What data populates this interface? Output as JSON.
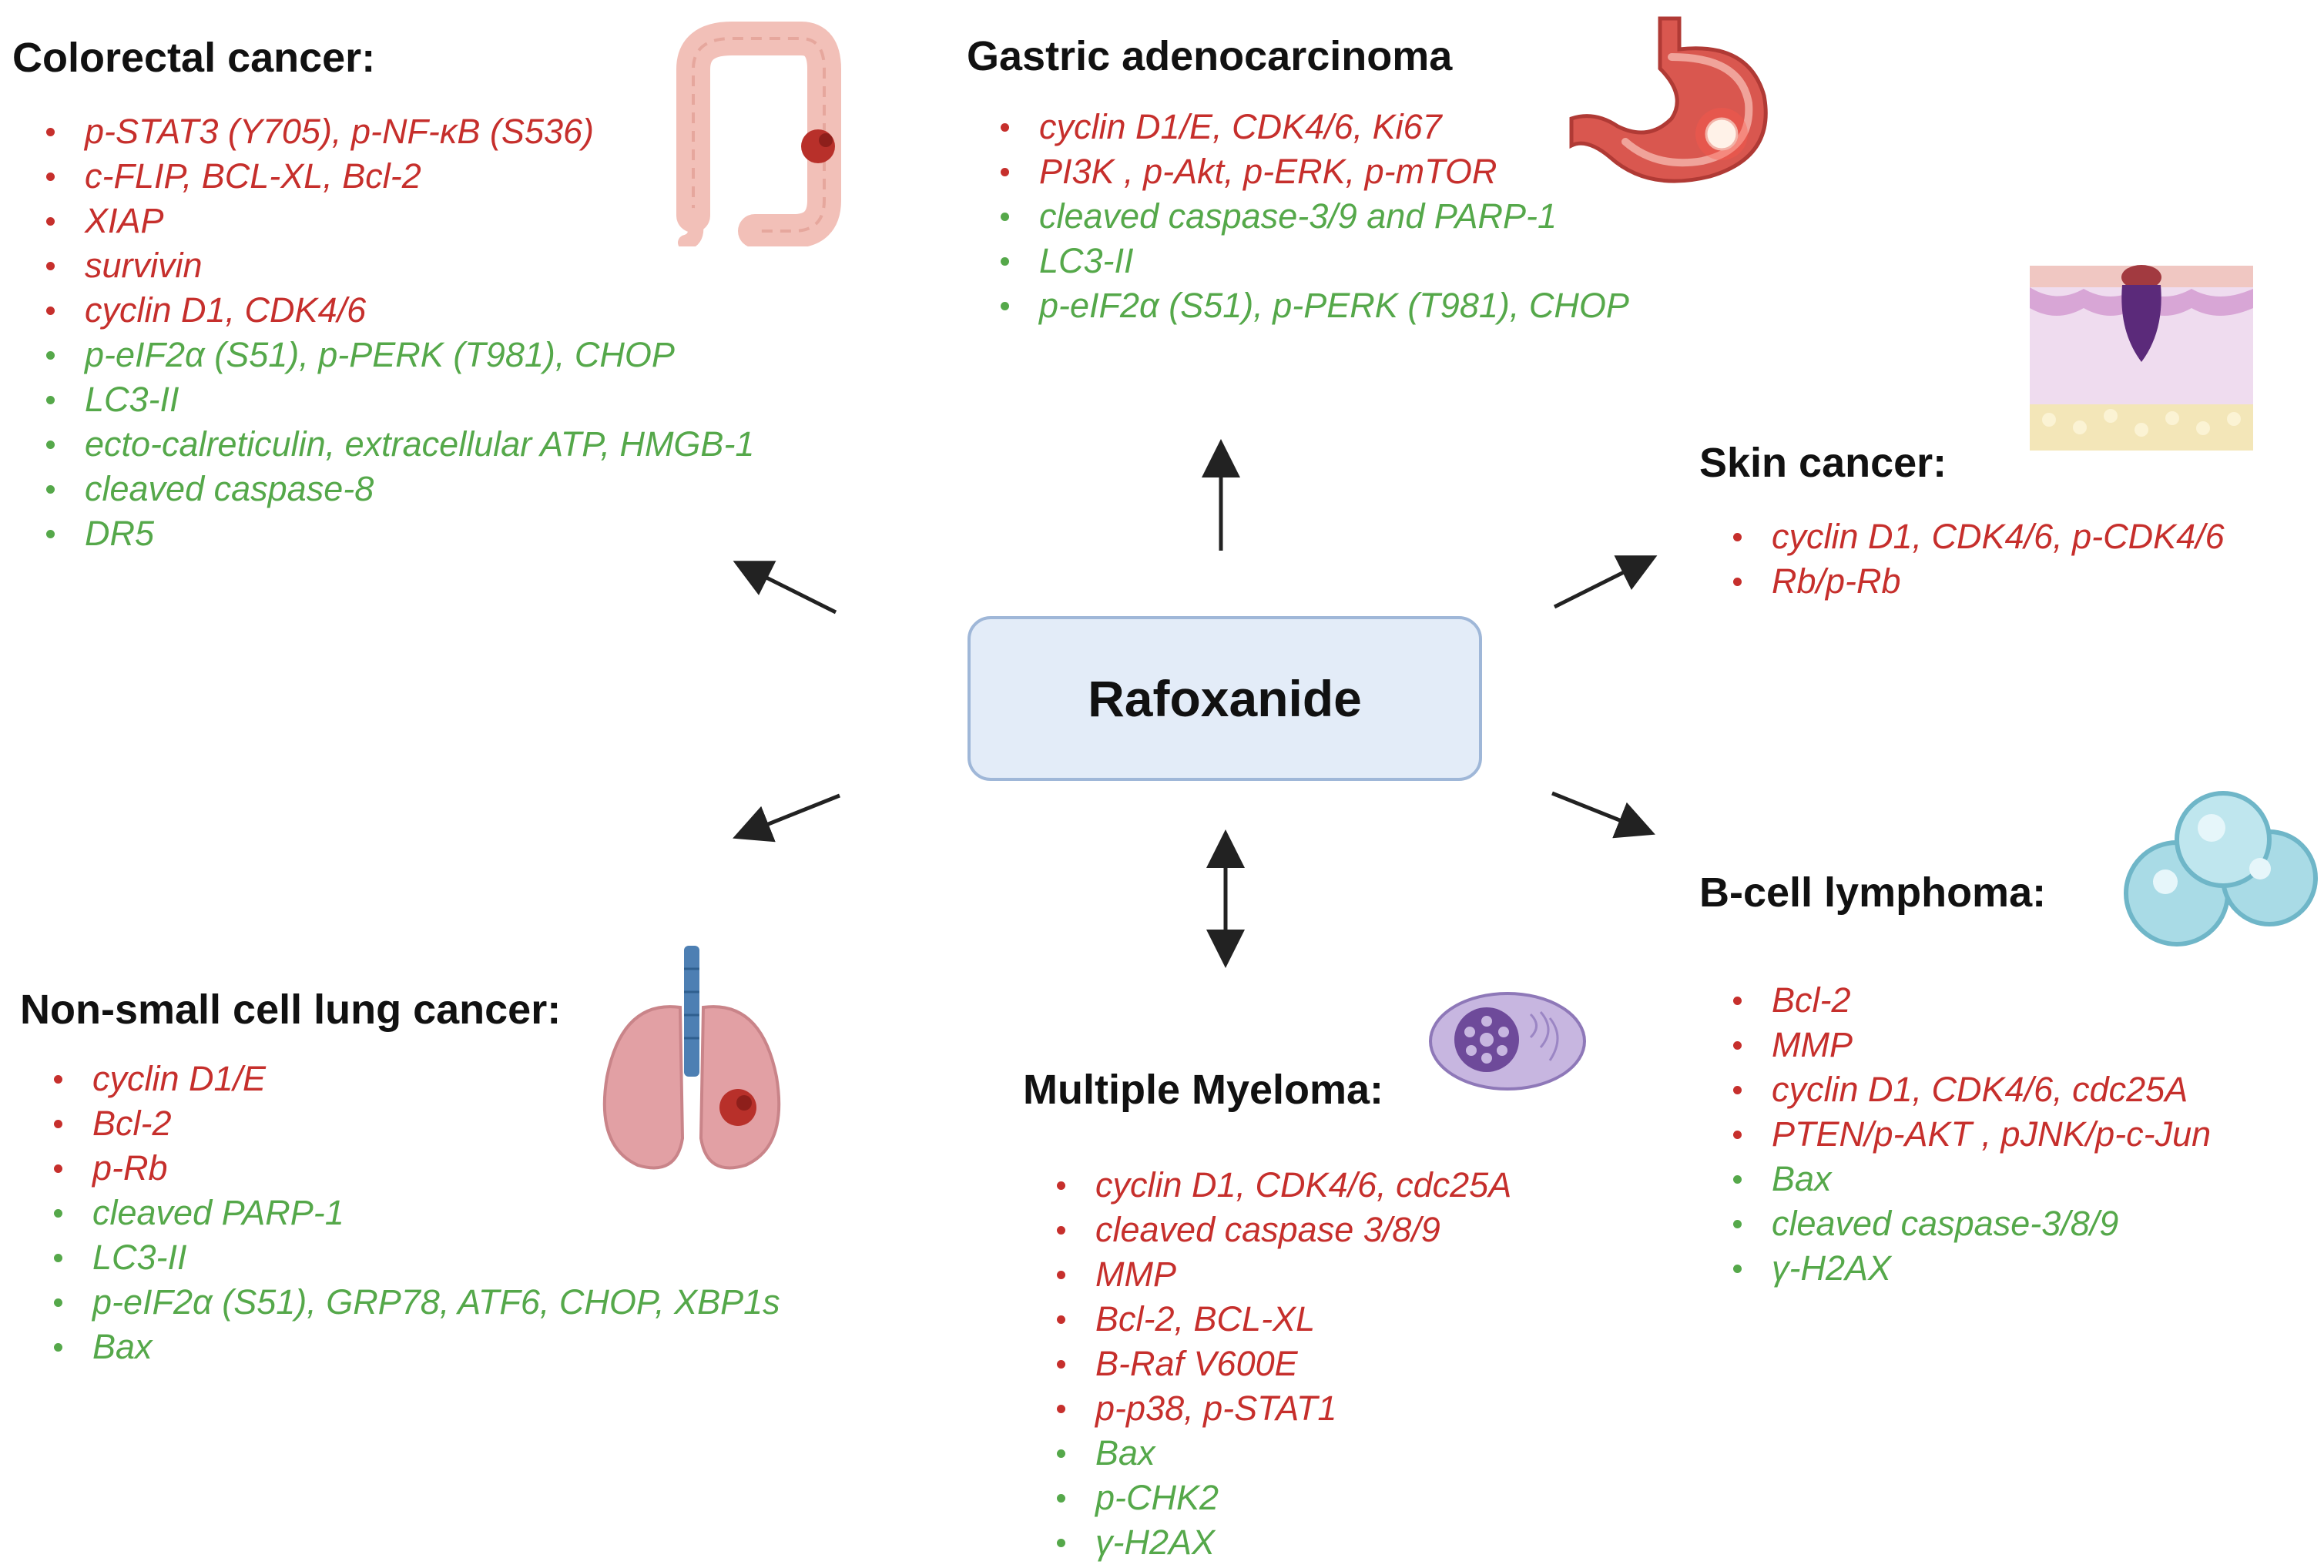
{
  "center": {
    "label": "Rafoxanide"
  },
  "colors": {
    "decreased": "#c62f2c",
    "increased": "#55a84a",
    "box_fill": "#e3ecf8",
    "box_border": "#9fb7d8"
  },
  "icons": [
    "colon-icon",
    "stomach-icon",
    "skin-icon",
    "b-cell-icon",
    "lung-icon",
    "myeloma-cell-icon"
  ],
  "colorectal": {
    "heading": "Colorectal cancer:",
    "items": [
      "p-STAT3 (Y705), p-NF-κB (S536)",
      "c-FLIP, BCL-XL, Bcl-2",
      "XIAP",
      "survivin",
      "cyclin D1, CDK4/6",
      "p-eIF2α (S51), p-PERK (T981), CHOP",
      "LC3-II",
      "ecto-calreticulin, extracellular ATP, HMGB-1",
      "cleaved caspase-8",
      "DR5"
    ]
  },
  "gastric": {
    "heading": "Gastric adenocarcinoma",
    "items": [
      "cyclin D1/E, CDK4/6, Ki67",
      "PI3K , p-Akt, p-ERK, p-mTOR",
      "cleaved caspase-3/9 and PARP-1",
      "LC3-II",
      "p-eIF2α (S51), p-PERK (T981), CHOP"
    ]
  },
  "skin": {
    "heading": "Skin cancer:",
    "items": [
      "cyclin D1, CDK4/6, p-CDK4/6",
      "Rb/p-Rb"
    ]
  },
  "bcell": {
    "heading": "B-cell lymphoma:",
    "items": [
      "Bcl-2",
      "MMP",
      "cyclin D1, CDK4/6, cdc25A",
      "PTEN/p-AKT , pJNK/p-c-Jun",
      "Bax",
      "cleaved caspase-3/8/9",
      "γ-H2AX"
    ]
  },
  "nsclc": {
    "heading": "Non-small cell lung cancer:",
    "items": [
      "cyclin D1/E",
      "Bcl-2",
      "p-Rb",
      "cleaved PARP-1",
      "LC3-II",
      "p-eIF2α (S51), GRP78, ATF6, CHOP, XBP1s",
      "Bax"
    ]
  },
  "myeloma": {
    "heading": "Multiple Myeloma:",
    "items": [
      "cyclin D1, CDK4/6, cdc25A",
      "cleaved caspase 3/8/9",
      "MMP",
      "Bcl-2, BCL-XL",
      "B-Raf V600E",
      "p-p38, p-STAT1",
      "Bax",
      "p-CHK2",
      "γ-H2AX"
    ]
  }
}
